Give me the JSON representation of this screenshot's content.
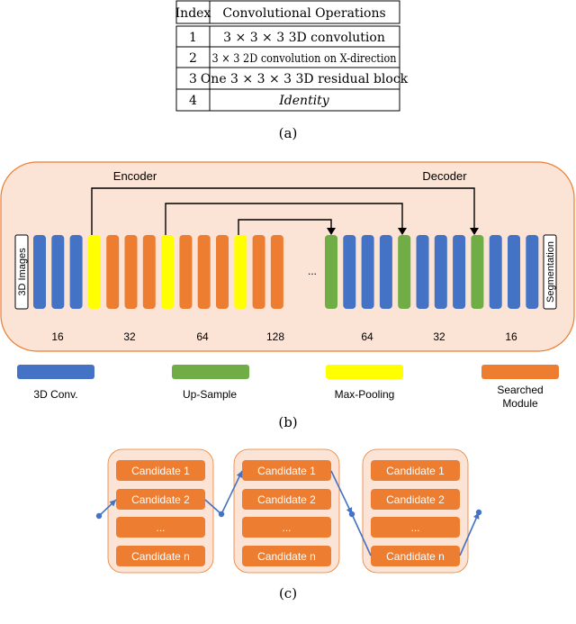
{
  "table": {
    "headers": [
      "Index",
      "Convolutional Operations"
    ],
    "rows": [
      {
        "index": "1",
        "op": "3 × 3 × 3 3D convolution"
      },
      {
        "index": "2",
        "op": "3 × 3 2D convolution on X-direction"
      },
      {
        "index": "3",
        "op": "One 3 × 3 × 3 3D residual block"
      },
      {
        "index": "4",
        "op": "Identity"
      }
    ],
    "caption": "(a)"
  },
  "network": {
    "encoder_label": "Encoder",
    "decoder_label": "Decoder",
    "input_label": "3D Images",
    "output_label": "Segmentation",
    "ellipsis": "...",
    "channel_labels": [
      "16",
      "32",
      "64",
      "128",
      "64",
      "32",
      "16"
    ],
    "caption": "(b)"
  },
  "legend": [
    {
      "label": "3D Conv.",
      "color": "#4472c4"
    },
    {
      "label": "Up-Sample",
      "color": "#70ad47"
    },
    {
      "label": "Max-Pooling",
      "color": "#ffff00"
    },
    {
      "label": "Searched\nModule",
      "color": "#ed7d31"
    }
  ],
  "search": {
    "candidates": [
      "Candidate 1",
      "Candidate 2",
      "...",
      "Candidate n"
    ],
    "caption": "(c)"
  },
  "colors": {
    "blue": "#4472c4",
    "orange": "#ed7d31",
    "green": "#70ad47",
    "yellow": "#ffff00",
    "panel": "#fbe3d5",
    "panel_stroke": "#ed7d31",
    "arrow": "#4472c4"
  }
}
